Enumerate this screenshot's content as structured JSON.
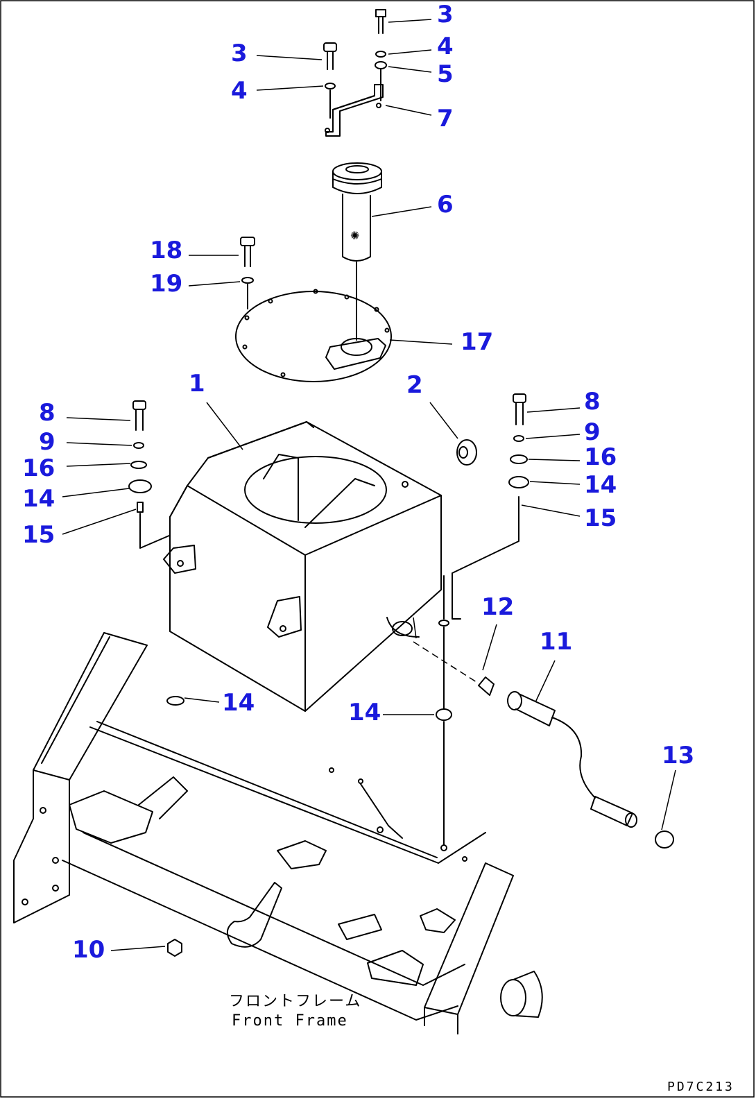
{
  "callouts": [
    {
      "id": "c3a",
      "label": "3"
    },
    {
      "id": "c4a",
      "label": "4"
    },
    {
      "id": "c5",
      "label": "5"
    },
    {
      "id": "c7",
      "label": "7"
    },
    {
      "id": "c3b",
      "label": "3"
    },
    {
      "id": "c4b",
      "label": "4"
    },
    {
      "id": "c6",
      "label": "6"
    },
    {
      "id": "c18",
      "label": "18"
    },
    {
      "id": "c19",
      "label": "19"
    },
    {
      "id": "c17",
      "label": "17"
    },
    {
      "id": "c1",
      "label": "1"
    },
    {
      "id": "c2",
      "label": "2"
    },
    {
      "id": "c8a",
      "label": "8"
    },
    {
      "id": "c9a",
      "label": "9"
    },
    {
      "id": "c16a",
      "label": "16"
    },
    {
      "id": "c14a",
      "label": "14"
    },
    {
      "id": "c15a",
      "label": "15"
    },
    {
      "id": "c8b",
      "label": "8"
    },
    {
      "id": "c9b",
      "label": "9"
    },
    {
      "id": "c16b",
      "label": "16"
    },
    {
      "id": "c14b",
      "label": "14"
    },
    {
      "id": "c15b",
      "label": "15"
    },
    {
      "id": "c12",
      "label": "12"
    },
    {
      "id": "c11",
      "label": "11"
    },
    {
      "id": "c14c",
      "label": "14"
    },
    {
      "id": "c14d",
      "label": "14"
    },
    {
      "id": "c13",
      "label": "13"
    },
    {
      "id": "c10",
      "label": "10"
    }
  ],
  "caption": {
    "japanese": "フロントフレーム",
    "english": "Front Frame"
  },
  "drawing_code": "PD7C213"
}
